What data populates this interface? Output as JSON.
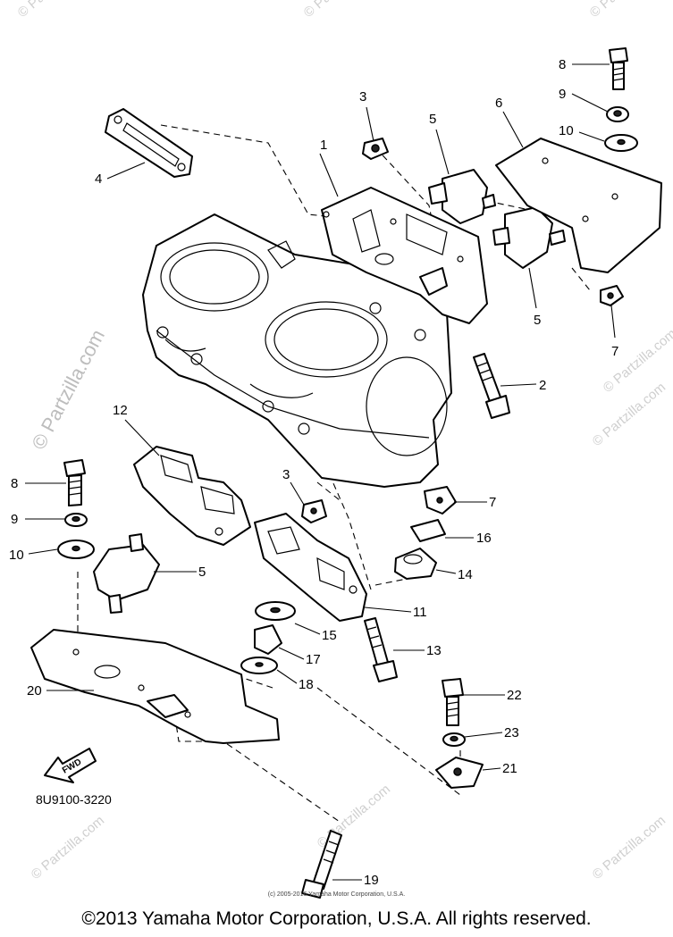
{
  "diagram": {
    "drawing_number": "8U9100-3220",
    "fwd_label": "FWD",
    "callouts": [
      "1",
      "2",
      "3",
      "4",
      "5",
      "5",
      "6",
      "7",
      "8",
      "9",
      "10",
      "12",
      "8",
      "9",
      "10",
      "5",
      "3",
      "7",
      "16",
      "14",
      "11",
      "13",
      "15",
      "17",
      "18",
      "20",
      "22",
      "23",
      "21",
      "19"
    ]
  },
  "watermark": {
    "text": "© Partzilla.com",
    "small_text": "(c) 2005-2016 Yamaha Motor Corporation, U.S.A."
  },
  "footer": {
    "copyright": "©2013 Yamaha Motor Corporation, U.S.A. All rights reserved."
  }
}
